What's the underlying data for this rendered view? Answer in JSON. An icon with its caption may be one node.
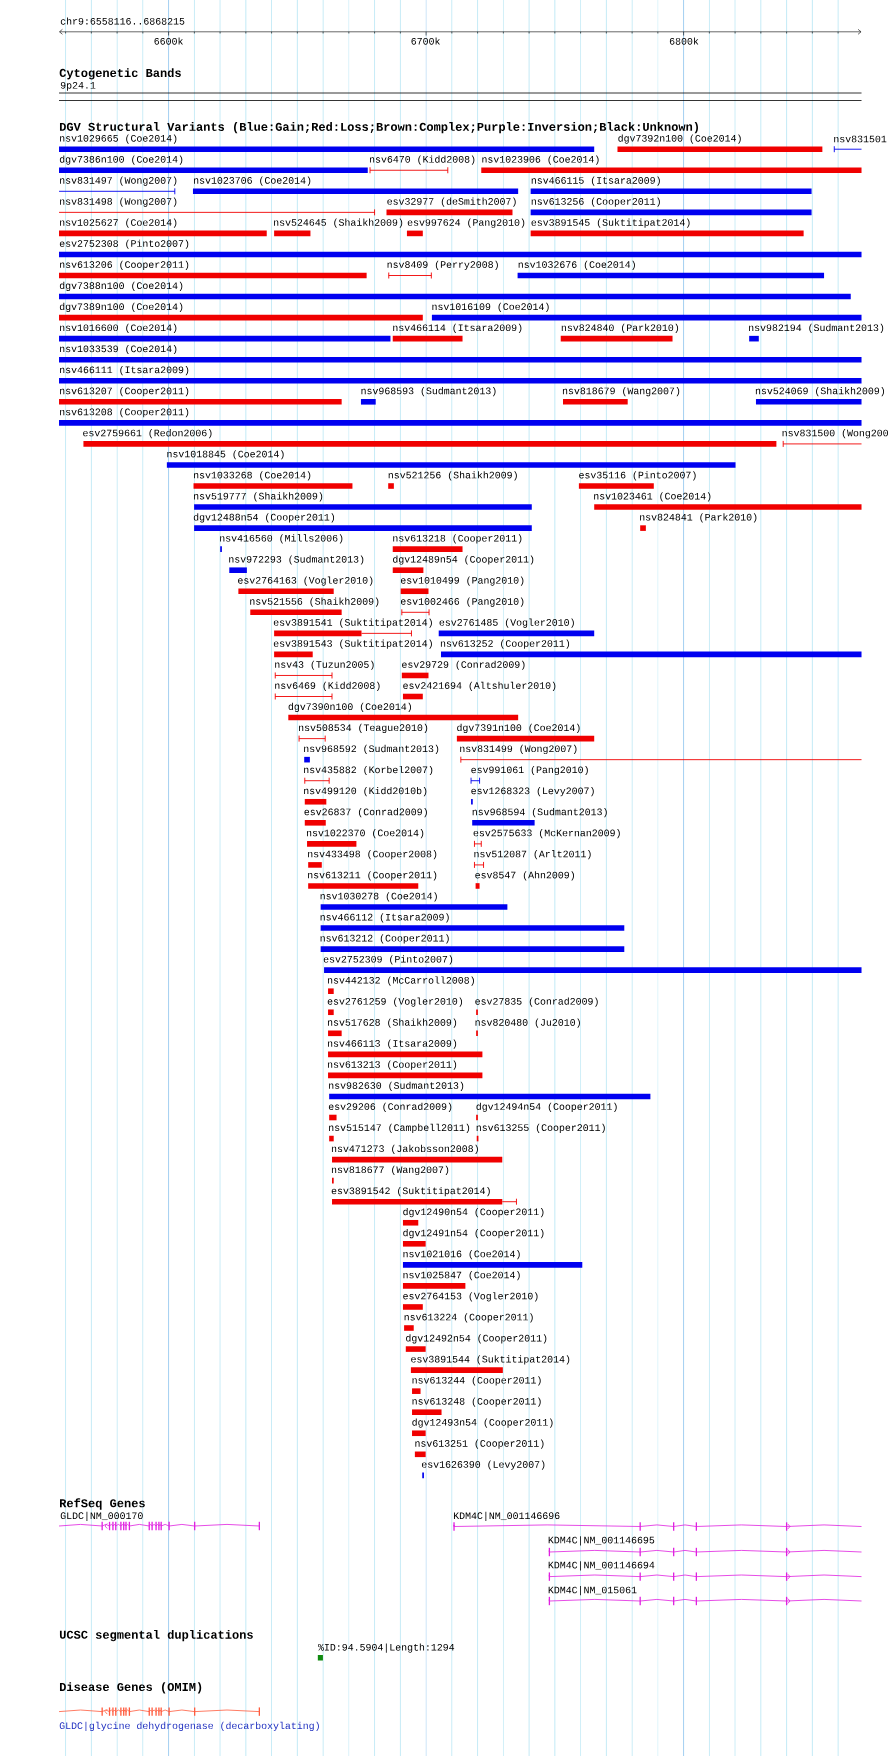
{
  "diagram": {
    "labels": [
      "chr9:6558116..6868215",
      "6600k",
      "6700k",
      "6800k",
      "Cytogenetic Bands",
      "9p24.1",
      "DGV Structural Variants (Blue:Gain;Red:Loss;Brown:Complex;Purple:Inversion;Black:Unknown)",
      "nsv1029665 (Coe2014)",
      "dgv7392n100 (Coe2014)",
      "nsv831501",
      "dgv7386n100 (Coe2014)",
      "nsv6470 (Kidd2008)",
      "nsv1023906 (Coe2014)",
      "nsv831497 (Wong2007)",
      "nsv1023706 (Coe2014)",
      "nsv466115 (Itsara2009)",
      "nsv831498 (Wong2007)",
      "esv32977 (deSmith2007)",
      "nsv613256 (Cooper2011)",
      "nsv1025627 (Coe2014)",
      "nsv524645 (Shaikh2009)",
      "esv997624 (Pang2010)",
      "esv3891545 (Suktitipat2014)",
      "esv2752308 (Pinto2007)",
      "nsv613206 (Cooper2011)",
      "nsv8409 (Perry2008)",
      "nsv1032676 (Coe2014)",
      "dgv7388n100 (Coe2014)",
      "dgv7389n100 (Coe2014)",
      "nsv1016109 (Coe2014)",
      "nsv1016600 (Coe2014)",
      "nsv466114 (Itsara2009)",
      "nsv824840 (Park2010)",
      "nsv982194 (Sudmant2013)",
      "nsv1033539 (Coe2014)",
      "nsv466111 (Itsara2009)",
      "nsv613207 (Cooper2011)",
      "nsv968593 (Sudmant2013)",
      "nsv818679 (Wang2007)",
      "nsv524069 (Shaikh2009)",
      "nsv613208 (Cooper2011)",
      "esv2759661 (Redon2006)",
      "nsv831500 (Wong200",
      "nsv1018845 (Coe2014)",
      "nsv1033268 (Coe2014)",
      "nsv521256 (Shaikh2009)",
      "esv35116 (Pinto2007)",
      "nsv519777 (Shaikh2009)",
      "nsv1023461 (Coe2014)",
      "dgv12488n54 (Cooper2011)",
      "nsv824841 (Park2010)",
      "nsv416560 (Mills2006)",
      "nsv613218 (Cooper2011)",
      "nsv972293 (Sudmant2013)",
      "dgv12489n54 (Cooper2011)",
      "esv2764163 (Vogler2010)",
      "esv1010499 (Pang2010)",
      "nsv521556 (Shaikh2009)",
      "esv1002466 (Pang2010)",
      "esv3891541 (Suktitipat2014)",
      "esv2761485 (Vogler2010)",
      "esv3891543 (Suktitipat2014)",
      "nsv613252 (Cooper2011)",
      "nsv43 (Tuzun2005)",
      "esv29729 (Conrad2009)",
      "nsv6469 (Kidd2008)",
      "esv2421694 (Altshuler2010)",
      "dgv7390n100 (Coe2014)",
      "nsv508534 (Teague2010)",
      "dgv7391n100 (Coe2014)",
      "nsv968592 (Sudmant2013)",
      "nsv831499 (Wong2007)",
      "nsv435882 (Korbel2007)",
      "esv991061 (Pang2010)",
      "nsv499120 (Kidd2010b)",
      "esv1268323 (Levy2007)",
      "esv26837 (Conrad2009)",
      "nsv968594 (Sudmant2013)",
      "nsv1022370 (Coe2014)",
      "esv2575633 (McKernan2009)",
      "nsv433498 (Cooper2008)",
      "nsv512087 (Arlt2011)",
      "nsv613211 (Cooper2011)",
      "esv8547 (Ahn2009)",
      "nsv1030278 (Coe2014)",
      "nsv466112 (Itsara2009)",
      "nsv613212 (Cooper2011)",
      "esv2752309 (Pinto2007)",
      "nsv442132 (McCarroll2008)",
      "esv2761259 (Vogler2010)",
      "esv27835 (Conrad2009)",
      "nsv517628 (Shaikh2009)",
      "nsv820480 (Ju2010)",
      "nsv466113 (Itsara2009)",
      "nsv613213 (Cooper2011)",
      "nsv982630 (Sudmant2013)",
      "esv29206 (Conrad2009)",
      "dgv12494n54 (Cooper2011)",
      "nsv515147 (Campbell2011)",
      "nsv613255 (Cooper2011)",
      "nsv471273 (Jakobsson2008)",
      "nsv818677 (Wang2007)",
      "esv3891542 (Suktitipat2014)",
      "dgv12490n54 (Cooper2011)",
      "dgv12491n54 (Cooper2011)",
      "nsv1021016 (Coe2014)",
      "nsv1025847 (Coe2014)",
      "esv2764153 (Vogler2010)",
      "nsv613224 (Cooper2011)",
      "dgv12492n54 (Cooper2011)",
      "esv3891544 (Suktitipat2014)",
      "nsv613244 (Cooper2011)",
      "nsv613248 (Cooper2011)",
      "dgv12493n54 (Cooper2011)",
      "nsv613251 (Cooper2011)",
      "esv1626390 (Levy2007)",
      "RefSeq Genes",
      "GLDC|NM_000170",
      "KDM4C|NM_001146696",
      "KDM4C|NM_001146695",
      "KDM4C|NM_001146694",
      "KDM4C|NM_015061",
      "UCSC segmental duplications",
      "%ID:94.5904|Length:1294",
      "Disease Genes (OMIM)",
      "GLDC|glycine dehydrogenase (decarboxylating)"
    ]
  }
}
